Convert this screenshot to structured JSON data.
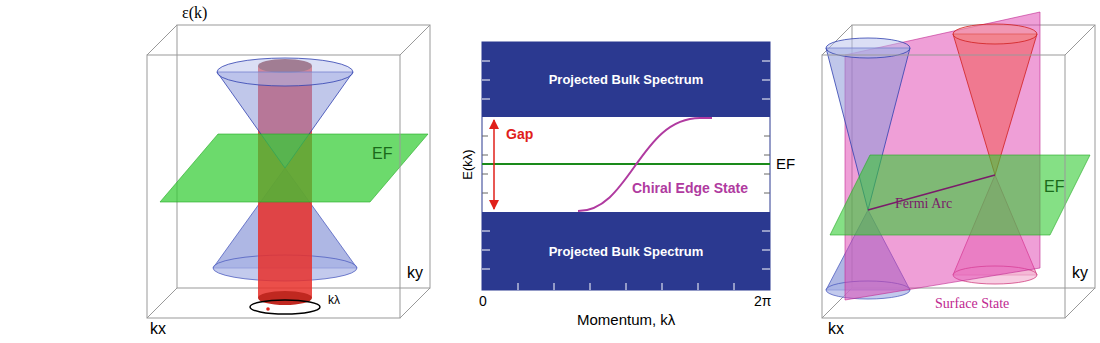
{
  "diagram": {
    "nodes": [
      {
        "text": [
          "Projected Bulk Spectrum"
        ]
      },
      {
        "text": [
          "Projected Bulk Spectrum"
        ]
      }
    ],
    "labels": [
      "ε(k)",
      "EF",
      "kx",
      "ky",
      "kλ",
      "Gap",
      "Chiral Edge State",
      "E(kλ)",
      "EF",
      "0",
      "2π",
      "Momentum, kλ",
      "kx",
      "ky",
      "EF",
      "Fermi Arc",
      "Surface State"
    ]
  }
}
